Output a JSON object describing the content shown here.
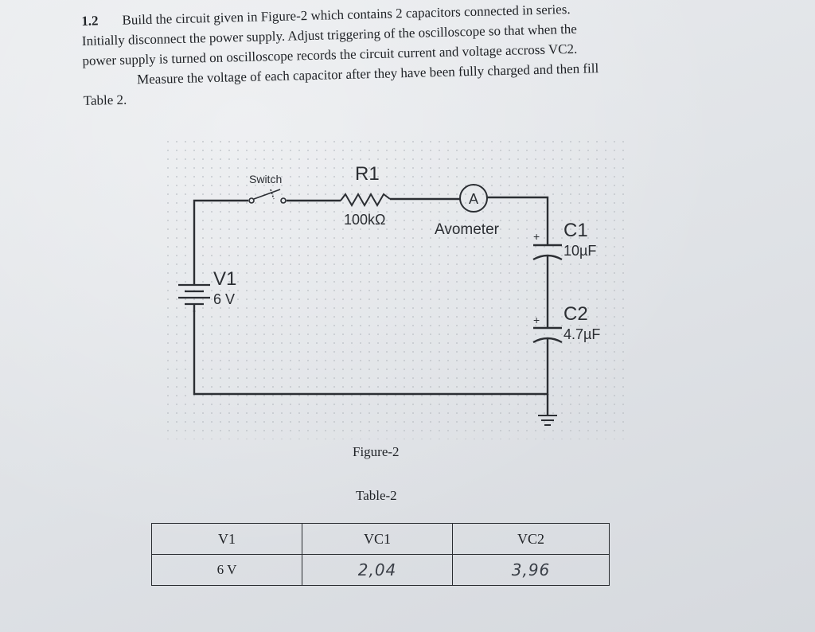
{
  "section": {
    "number": "1.2",
    "line1": "Build the circuit given in Figure-2 which contains 2 capacitors connected in series.",
    "line2": "Initially disconnect the power supply. Adjust triggering of the oscilloscope so that when the",
    "line3": "power supply is turned on oscilloscope records the circuit current and voltage accross VC2.",
    "line4": "Measure the voltage of each capacitor after they have been fully charged and then fill",
    "line5": "Table 2."
  },
  "circuit": {
    "switch_label": "Switch",
    "resistor_name": "R1",
    "resistor_value": "100kΩ",
    "meter_symbol": "A",
    "meter_label": "Avometer",
    "source_name": "V1",
    "source_value": "6 V",
    "c1_name": "C1",
    "c1_value": "10µF",
    "c2_name": "C2",
    "c2_value": "4.7µF",
    "plus": "+"
  },
  "figure_caption": "Figure-2",
  "table_caption": "Table-2",
  "table": {
    "headers": [
      "V1",
      "VC1",
      "VC2"
    ],
    "row": [
      "6 V",
      "2,04",
      "3,96"
    ]
  }
}
